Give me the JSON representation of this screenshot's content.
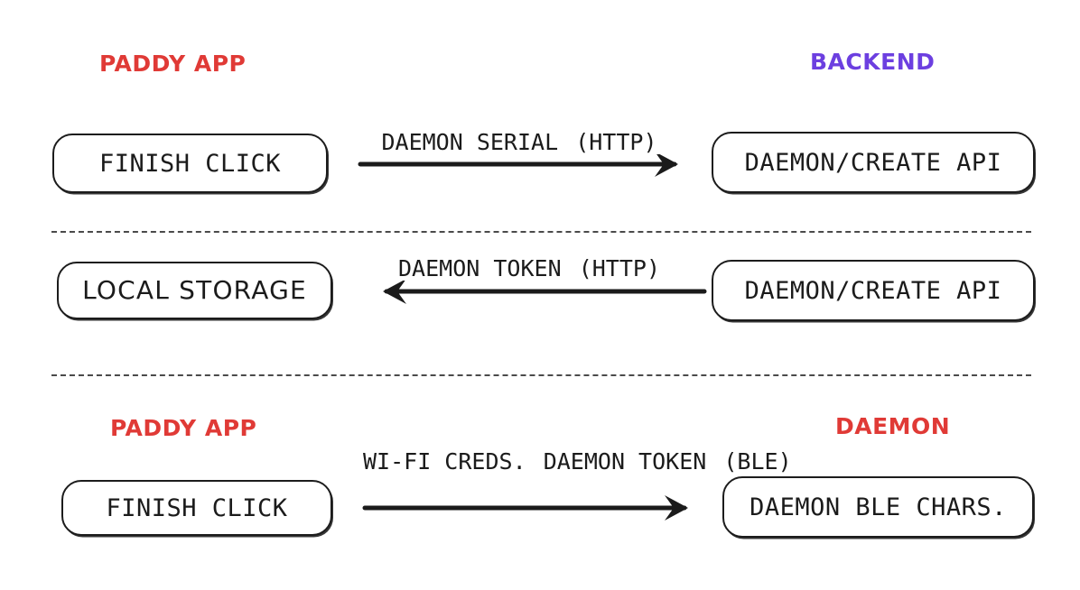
{
  "diagram": {
    "type": "sequence-flow",
    "background": "#ffffff",
    "accent_red": "#e03a36",
    "accent_purple": "#6c3fe0",
    "line_color": "#1b1b1b"
  },
  "sections": [
    {
      "id": "section-1",
      "left_header": "PADDY APP",
      "left_header_color": "#e03a36",
      "right_header": "BACKEND",
      "right_header_color": "#6c3fe0",
      "left_node": "FINISH CLICK",
      "right_node": "DAEMON/CREATE API",
      "direction": "right",
      "edge_lines": [
        "DAEMON SERIAL",
        "(HTTP)"
      ]
    },
    {
      "id": "section-2",
      "left_header": "",
      "right_header": "",
      "left_node": "LOCAL STORAGE",
      "right_node": "DAEMON/CREATE API",
      "direction": "left",
      "edge_lines": [
        "DAEMON TOKEN",
        "(HTTP)"
      ]
    },
    {
      "id": "section-3",
      "left_header": "PADDY APP",
      "left_header_color": "#e03a36",
      "right_header": "DAEMON",
      "right_header_color": "#e03a36",
      "left_node": "FINISH CLICK",
      "right_node": "DAEMON BLE CHARS.",
      "direction": "right",
      "edge_lines": [
        "WI-FI CREDS.",
        "DAEMON TOKEN",
        "(BLE)"
      ]
    }
  ],
  "separators": [
    {
      "id": "separator-1"
    },
    {
      "id": "separator-2"
    }
  ]
}
